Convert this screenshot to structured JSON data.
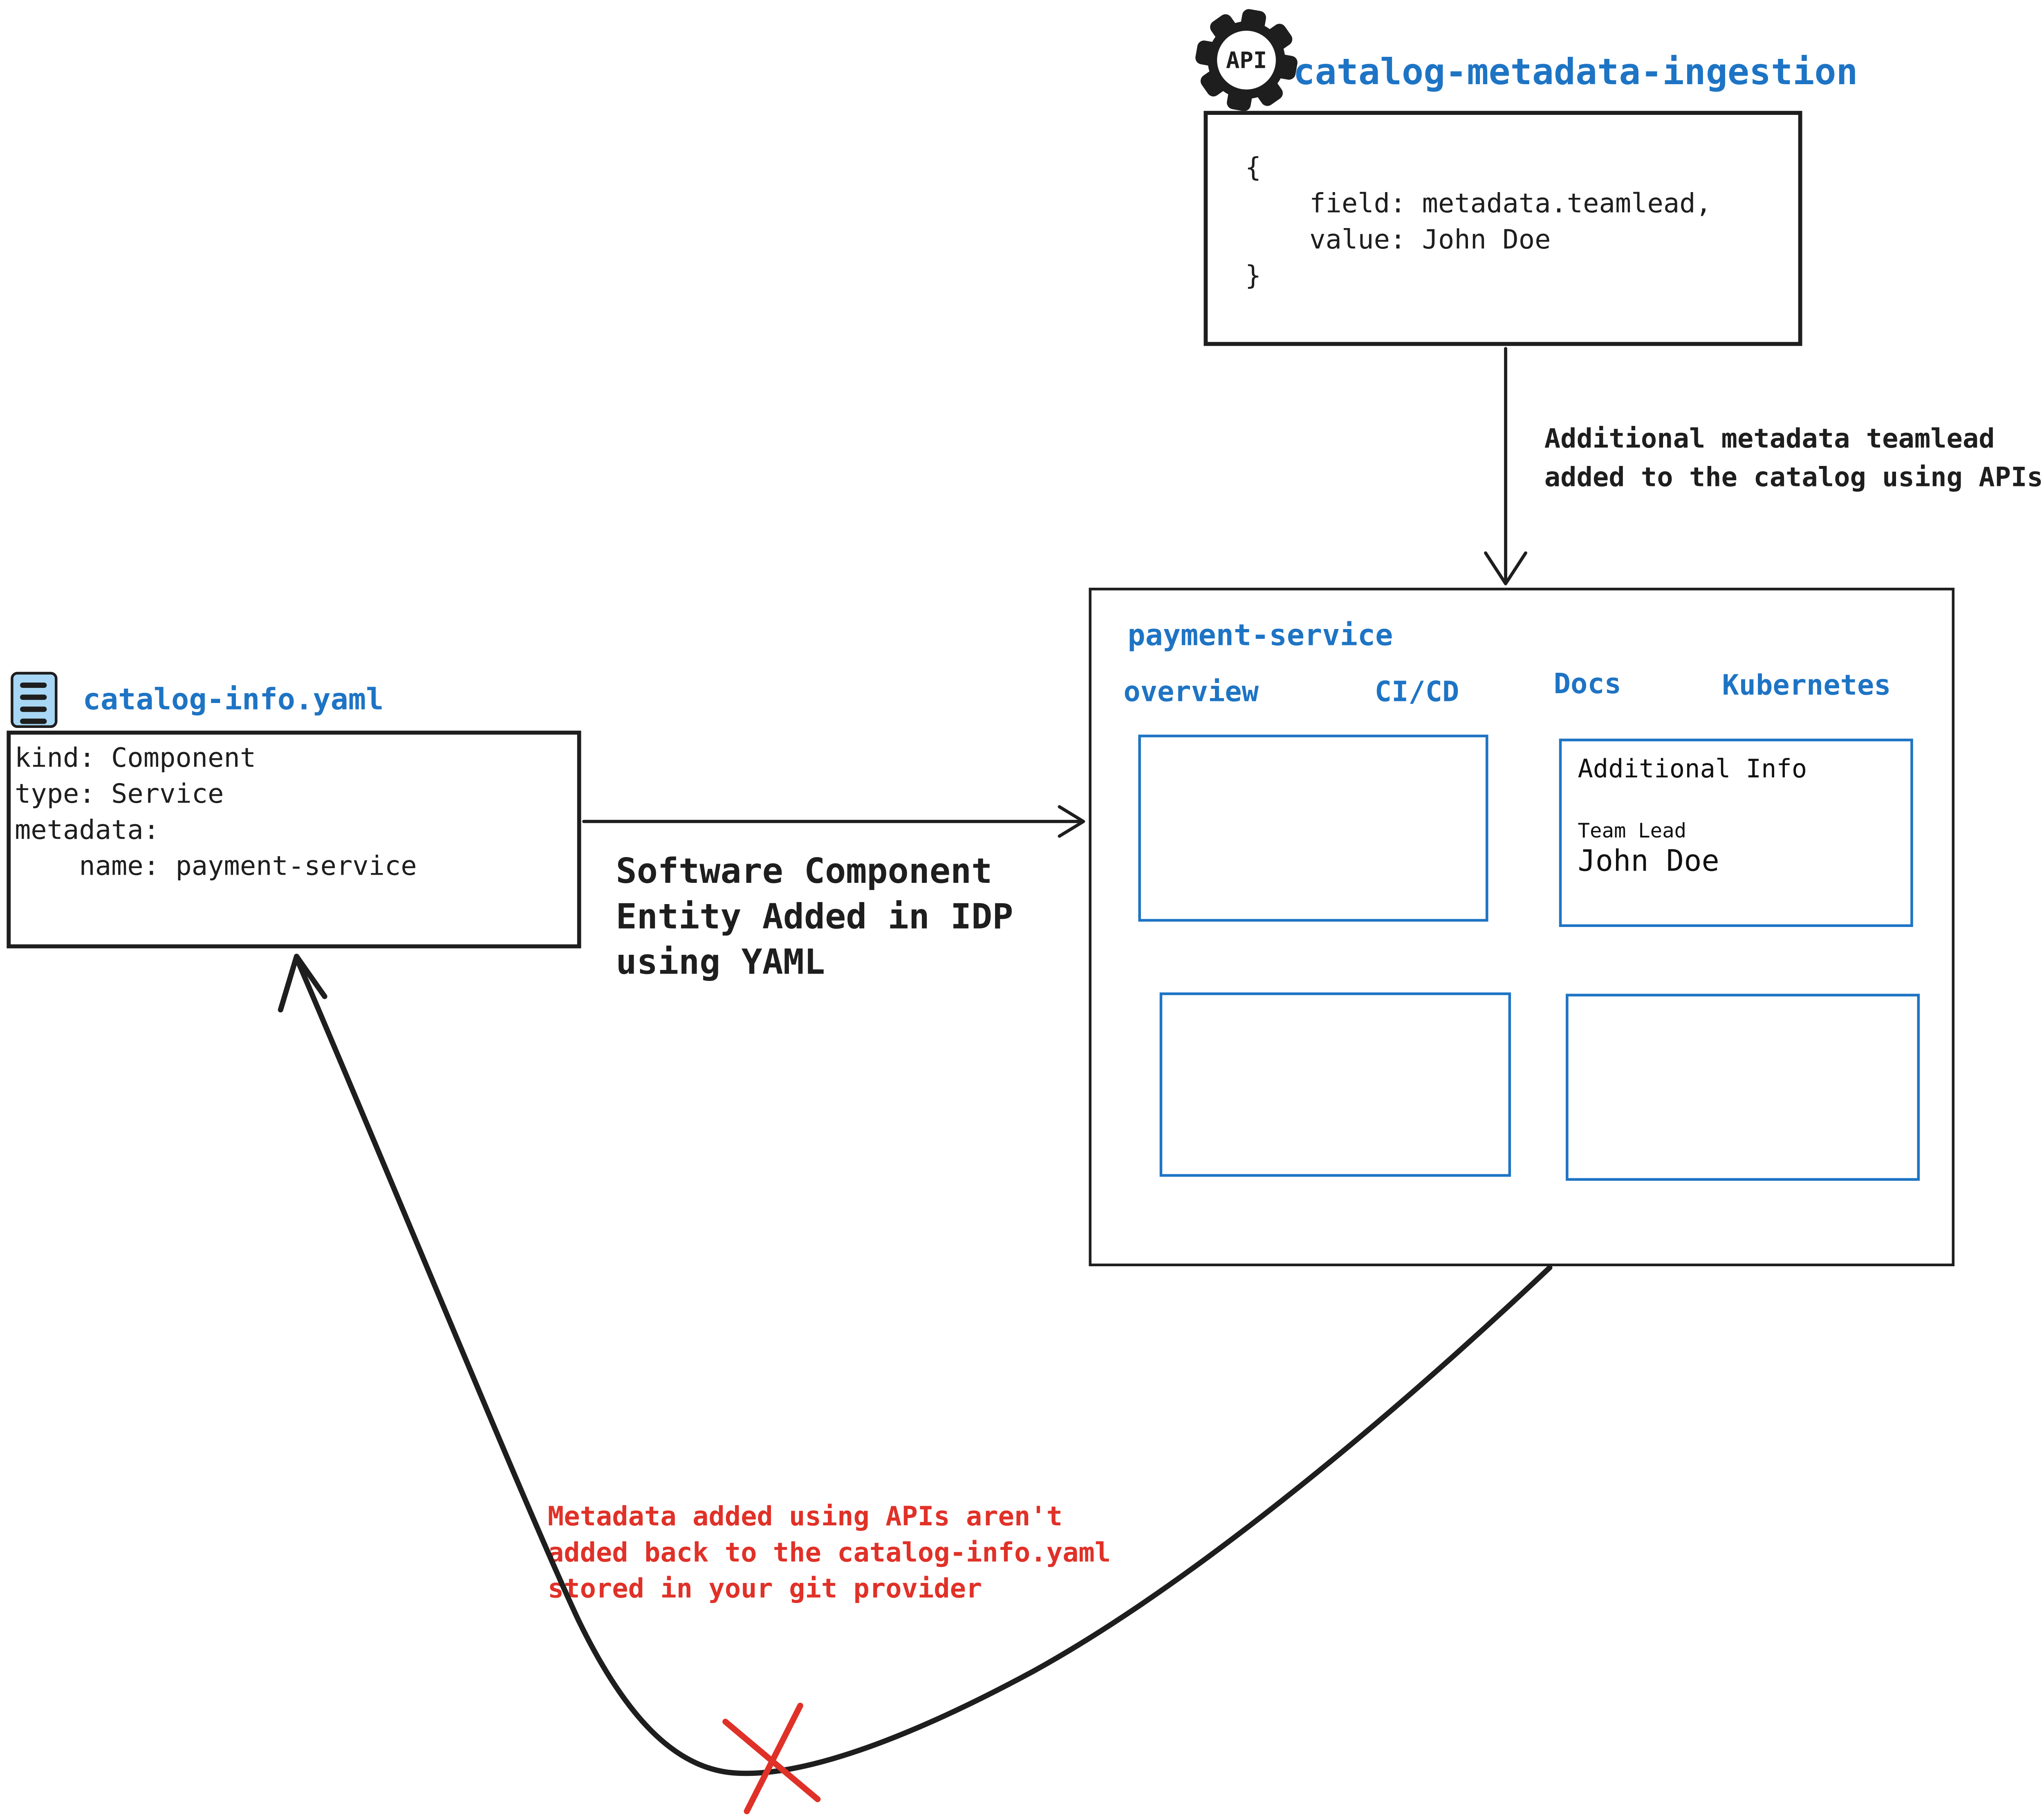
{
  "colors": {
    "accent_blue": "#1e74c4",
    "warning_red": "#e03128",
    "ink": "#1e1e1e",
    "icon_fill": "#a8d7f5"
  },
  "api_node": {
    "icon_label": "API",
    "title": "catalog-metadata-ingestion",
    "code_lines": {
      "l0": "{",
      "l1": "    field: metadata.teamlead,",
      "l2": "    value: John Doe",
      "l3": "}"
    }
  },
  "ingestion_arrow_note": {
    "l0": "Additional metadata teamlead",
    "l1": "added to the catalog using APIs"
  },
  "idp_card": {
    "title": "payment-service",
    "tabs": {
      "t0": "overview",
      "t1": "CI/CD",
      "t2": "Docs",
      "t3": "Kubernetes"
    },
    "info_panel": {
      "heading": "Additional Info",
      "field_label": "Team Lead",
      "field_value": "John Doe"
    }
  },
  "yaml_node": {
    "title": "catalog-info.yaml",
    "lines": {
      "l0": "kind: Component",
      "l1": "type: Service",
      "l2": "metadata:",
      "l3": "    name: payment-service"
    }
  },
  "yaml_arrow_note": {
    "l0": "Software Component",
    "l1": "Entity Added in IDP",
    "l2": "using YAML"
  },
  "feedback_note": {
    "l0": "Metadata added using APIs aren't",
    "l1": "added back to the catalog-info.yaml",
    "l2": "stored in your git provider"
  }
}
